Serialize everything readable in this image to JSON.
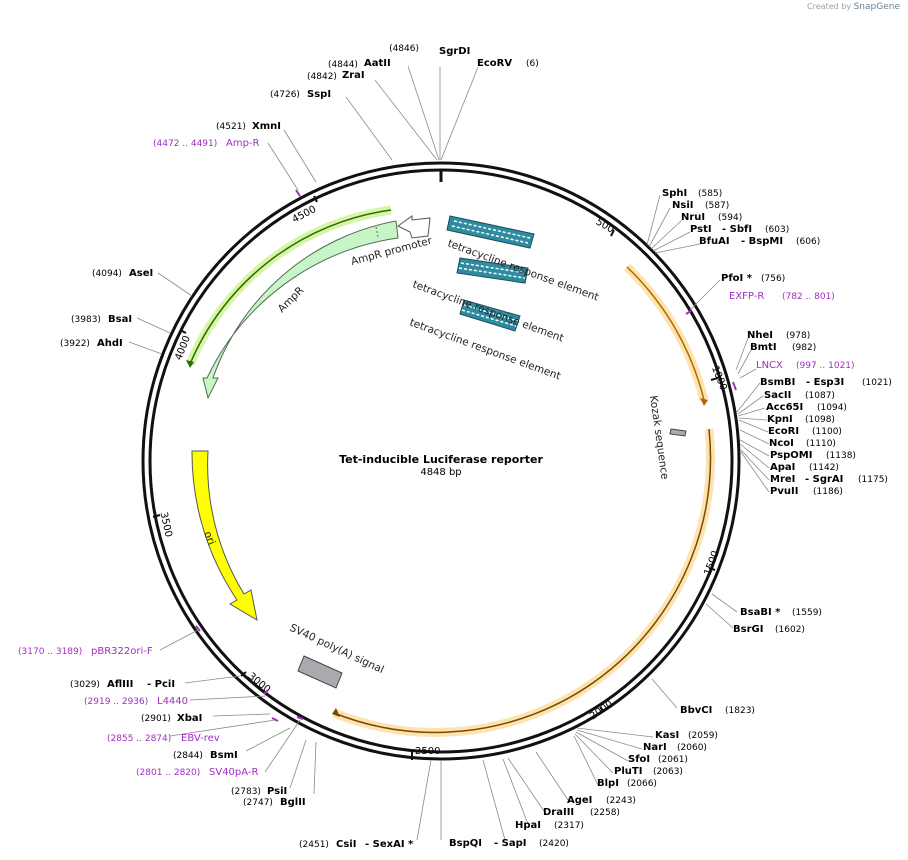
{
  "credit": {
    "prefix": "Created by",
    "brand": "SnapGene"
  },
  "plasmid": {
    "name": "Tet-inducible Luciferase reporter",
    "size_label": "4848 bp",
    "length": 4848
  },
  "ticks": [
    {
      "label": "500",
      "bp": 500
    },
    {
      "label": "1000",
      "bp": 1000
    },
    {
      "label": "1500",
      "bp": 1500
    },
    {
      "label": "2000",
      "bp": 2000
    },
    {
      "label": "2500",
      "bp": 2500
    },
    {
      "label": "3000",
      "bp": 3000
    },
    {
      "label": "3500",
      "bp": 3500
    },
    {
      "label": "4000",
      "bp": 4000
    },
    {
      "label": "4500",
      "bp": 4500
    }
  ],
  "features": [
    {
      "name": "AmpR promoter",
      "color": "#c8f5c8",
      "label_id": "ampr-promoter"
    },
    {
      "name": "AmpR",
      "color": "#c8f5c8",
      "label_id": "ampr"
    },
    {
      "name": "ori",
      "color": "#ffff00",
      "label_id": "ori"
    },
    {
      "name": "SV40 poly(A) signal",
      "color": "#a8aab0",
      "label_id": "sv40"
    },
    {
      "name": "Kozak sequence",
      "color": "#a8aab0",
      "label_id": "kozak"
    },
    {
      "name": "tetracycline response element",
      "color": "#2f8ca0",
      "label_id": "tre1"
    },
    {
      "name": "tetracycline response element",
      "color": "#2f8ca0",
      "label_id": "tre2"
    },
    {
      "name": "tetracycline response element",
      "color": "#2f8ca0",
      "label_id": "tre3"
    }
  ],
  "enzymes_right": [
    {
      "name": "SphI",
      "pos": "(585)"
    },
    {
      "name": "NsiI",
      "pos": "(587)"
    },
    {
      "name": "NruI",
      "pos": "(594)"
    },
    {
      "name": "PstI",
      "name2": "SbfI",
      "pos": "(603)"
    },
    {
      "name": "BfuAI",
      "name2": "BspMI",
      "pos": "(606)"
    },
    {
      "name": "PfoI *",
      "pos": "(756)"
    },
    {
      "name": "NheI",
      "pos": "(978)"
    },
    {
      "name": "BmtI",
      "pos": "(982)"
    },
    {
      "name": "BsmBI",
      "name2": "Esp3I",
      "pos": "(1021)"
    },
    {
      "name": "SacII",
      "pos": "(1087)"
    },
    {
      "name": "Acc65I",
      "pos": "(1094)"
    },
    {
      "name": "KpnI",
      "pos": "(1098)"
    },
    {
      "name": "EcoRI",
      "pos": "(1100)"
    },
    {
      "name": "NcoI",
      "pos": "(1110)"
    },
    {
      "name": "PspOMI",
      "pos": "(1138)"
    },
    {
      "name": "ApaI",
      "pos": "(1142)"
    },
    {
      "name": "MreI",
      "name2": "SgrAI",
      "pos": "(1175)"
    },
    {
      "name": "PvuII",
      "pos": "(1186)"
    },
    {
      "name": "BsaBI *",
      "pos": "(1559)"
    },
    {
      "name": "BsrGI",
      "pos": "(1602)"
    },
    {
      "name": "BbvCI",
      "pos": "(1823)"
    },
    {
      "name": "KasI",
      "pos": "(2059)"
    },
    {
      "name": "NarI",
      "pos": "(2060)"
    },
    {
      "name": "SfoI",
      "pos": "(2061)"
    },
    {
      "name": "PluTI",
      "pos": "(2063)"
    },
    {
      "name": "BlpI",
      "pos": "(2066)"
    },
    {
      "name": "AgeI",
      "pos": "(2243)"
    },
    {
      "name": "DraIII",
      "pos": "(2258)"
    },
    {
      "name": "HpaI",
      "pos": "(2317)"
    },
    {
      "name": "BspQI",
      "name2": "SapI",
      "pos": "(2420)"
    }
  ],
  "enzymes_left": [
    {
      "name": "CsiI",
      "name2": "SexAI *",
      "pos": "(2451)"
    },
    {
      "name": "BglII",
      "pos": "(2747)"
    },
    {
      "name": "PsiI",
      "pos": "(2783)"
    },
    {
      "name": "BsmI",
      "pos": "(2844)"
    },
    {
      "name": "XbaI",
      "pos": "(2901)"
    },
    {
      "name": "AflIII",
      "name2": "PciI",
      "pos": "(3029)"
    },
    {
      "name": "AhdI",
      "pos": "(3922)"
    },
    {
      "name": "BsaI",
      "pos": "(3983)"
    },
    {
      "name": "AseI",
      "pos": "(4094)"
    },
    {
      "name": "XmnI",
      "pos": "(4521)"
    },
    {
      "name": "SspI",
      "pos": "(4726)"
    },
    {
      "name": "ZraI",
      "pos": "(4842)"
    },
    {
      "name": "AatII",
      "pos": "(4844)"
    },
    {
      "name": "SgrDI",
      "pos": "(4846)"
    },
    {
      "name": "EcoRV",
      "pos": "(6)"
    }
  ],
  "primers": [
    {
      "name": "Amp-R",
      "range": "(4472 .. 4491)"
    },
    {
      "name": "EXFP-R",
      "range": "(782 .. 801)"
    },
    {
      "name": "LNCX",
      "range": "(997 .. 1021)"
    },
    {
      "name": "pBR322ori-F",
      "range": "(3170 .. 3189)"
    },
    {
      "name": "L4440",
      "range": "(2919 .. 2936)"
    },
    {
      "name": "EBV-rev",
      "range": "(2855 .. 2874)"
    },
    {
      "name": "SV40pA-R",
      "range": "(2801 .. 2820)"
    }
  ],
  "colors": {
    "backbone": "#111111",
    "primer": "#a02ec0",
    "orange_feature": "#f5a623",
    "orange_glow": "#fde3b0",
    "green_glow": "#d7f5a8",
    "leader": "#8a8a8a"
  }
}
